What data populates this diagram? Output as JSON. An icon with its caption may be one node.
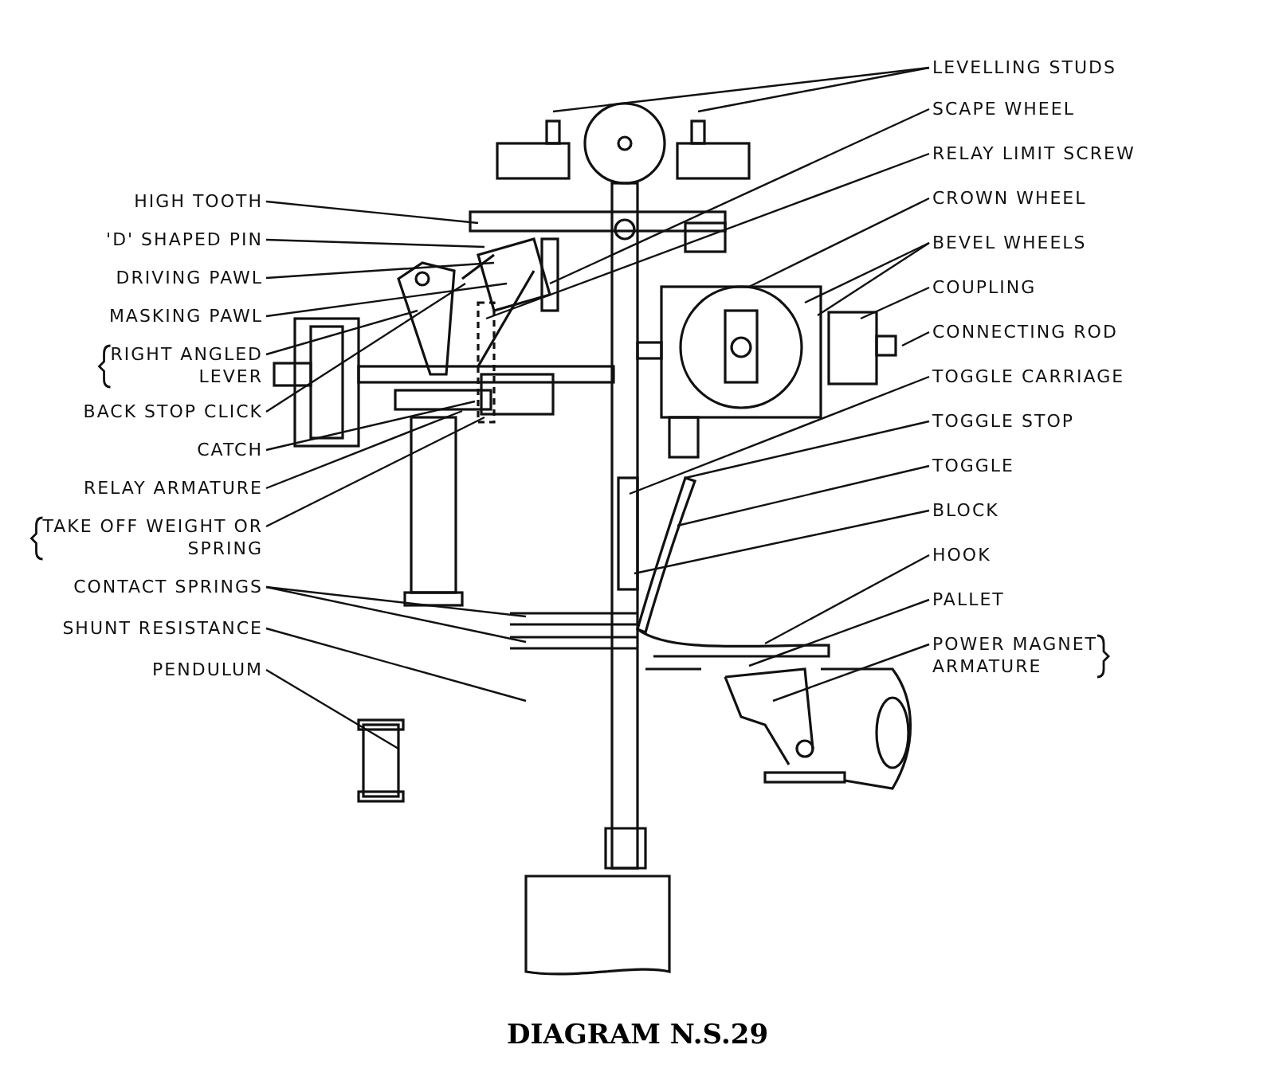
{
  "diagram": {
    "caption": "DIAGRAM N.S.29",
    "nodes": [
      {
        "text": [
          "HIGH TOOTH"
        ]
      },
      {
        "text": [
          "'D' SHAPED PIN"
        ]
      },
      {
        "text": [
          "DRIVING PAWL"
        ]
      },
      {
        "text": [
          "MASKING PAWL"
        ]
      },
      {
        "text": [
          "RIGHT ANGLED LEVER"
        ]
      },
      {
        "text": [
          "BACK STOP CLICK"
        ]
      },
      {
        "text": [
          "CATCH"
        ]
      },
      {
        "text": [
          "RELAY ARMATURE"
        ]
      },
      {
        "text": [
          "TAKE OFF WEIGHT OR SPRING"
        ]
      },
      {
        "text": [
          "CONTACT SPRINGS"
        ]
      },
      {
        "text": [
          "SHUNT RESISTANCE"
        ]
      },
      {
        "text": [
          "PENDULUM"
        ]
      },
      {
        "text": [
          "LEVELLING STUDS"
        ]
      },
      {
        "text": [
          "SCAPE WHEEL"
        ]
      },
      {
        "text": [
          "RELAY LIMIT SCREW"
        ]
      },
      {
        "text": [
          "CROWN WHEEL"
        ]
      },
      {
        "text": [
          "BEVEL WHEELS"
        ]
      },
      {
        "text": [
          "COUPLING"
        ]
      },
      {
        "text": [
          "CONNECTING ROD"
        ]
      },
      {
        "text": [
          "TOGGLE CARRIAGE"
        ]
      },
      {
        "text": [
          "TOGGLE STOP"
        ]
      },
      {
        "text": [
          "TOGGLE"
        ]
      },
      {
        "text": [
          "BLOCK"
        ]
      },
      {
        "text": [
          "HOOK"
        ]
      },
      {
        "text": [
          "PALLET"
        ]
      },
      {
        "text": [
          "POWER MAGNET ARMATURE"
        ]
      }
    ],
    "edges": [
      {
        "from": 0,
        "to": null,
        "arrow": "none"
      },
      {
        "from": 1,
        "to": null,
        "arrow": "none"
      },
      {
        "from": 2,
        "to": null,
        "arrow": "none"
      },
      {
        "from": 3,
        "to": null,
        "arrow": "none"
      },
      {
        "from": 4,
        "to": null,
        "arrow": "none"
      },
      {
        "from": 5,
        "to": null,
        "arrow": "none"
      },
      {
        "from": 6,
        "to": null,
        "arrow": "none"
      },
      {
        "from": 7,
        "to": null,
        "arrow": "none"
      },
      {
        "from": 8,
        "to": null,
        "arrow": "none"
      },
      {
        "from": 9,
        "to": null,
        "arrow": "none"
      },
      {
        "from": 9,
        "to": null,
        "arrow": "none"
      },
      {
        "from": 10,
        "to": null,
        "arrow": "none"
      },
      {
        "from": 11,
        "to": null,
        "arrow": "none"
      },
      {
        "from": 12,
        "to": null,
        "arrow": "none"
      },
      {
        "from": 12,
        "to": null,
        "arrow": "none"
      },
      {
        "from": 13,
        "to": null,
        "arrow": "none"
      },
      {
        "from": 14,
        "to": null,
        "arrow": "none"
      },
      {
        "from": 15,
        "to": null,
        "arrow": "none"
      },
      {
        "from": 16,
        "to": null,
        "arrow": "none"
      },
      {
        "from": 16,
        "to": null,
        "arrow": "none"
      },
      {
        "from": 17,
        "to": null,
        "arrow": "none"
      },
      {
        "from": 18,
        "to": null,
        "arrow": "none"
      },
      {
        "from": 19,
        "to": null,
        "arrow": "none"
      },
      {
        "from": 20,
        "to": null,
        "arrow": "none"
      },
      {
        "from": 21,
        "to": null,
        "arrow": "none"
      },
      {
        "from": 22,
        "to": null,
        "arrow": "none"
      },
      {
        "from": 23,
        "to": null,
        "arrow": "none"
      },
      {
        "from": 24,
        "to": null,
        "arrow": "none"
      },
      {
        "from": 25,
        "to": null,
        "arrow": "none"
      }
    ]
  }
}
